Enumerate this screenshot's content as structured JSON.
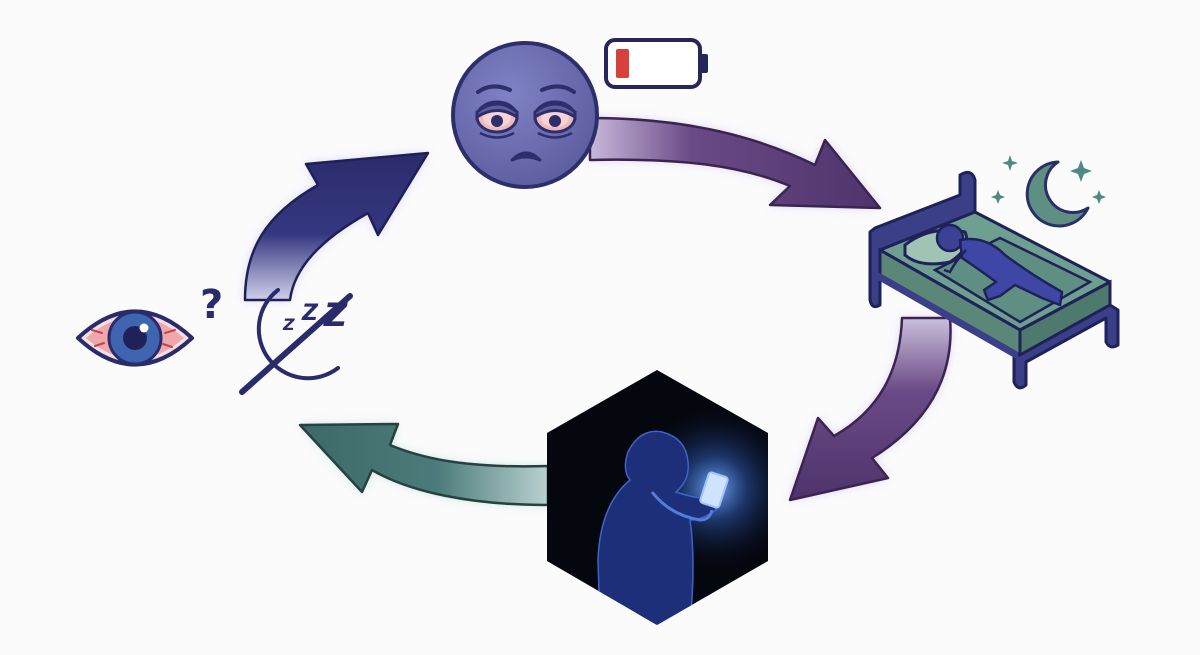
{
  "diagram": {
    "stages": [
      {
        "id": "tired-face",
        "icon": "exhausted-face-icon"
      },
      {
        "id": "low-battery",
        "icon": "low-battery-icon"
      },
      {
        "id": "sleep",
        "icon": "person-in-bed-icon"
      },
      {
        "id": "night-screen",
        "icon": "phone-at-night-icon"
      },
      {
        "id": "sleep-loss",
        "icon": "red-eye-icon"
      },
      {
        "id": "no-sleep",
        "icon": "crossed-moon-icon"
      }
    ],
    "glyphs": {
      "question": "?",
      "z_small": "Z",
      "z_mid": "Z",
      "z_large": "Z"
    },
    "colors": {
      "background": "#fbfbfc",
      "navy": "#2e2f73",
      "purple": "#5a3a78",
      "teal": "#3f6f6f",
      "face": "#6264a8",
      "blanket": "#5f8f82",
      "battery_red": "#d8403a",
      "eye_red": "#e7a3a8"
    }
  }
}
